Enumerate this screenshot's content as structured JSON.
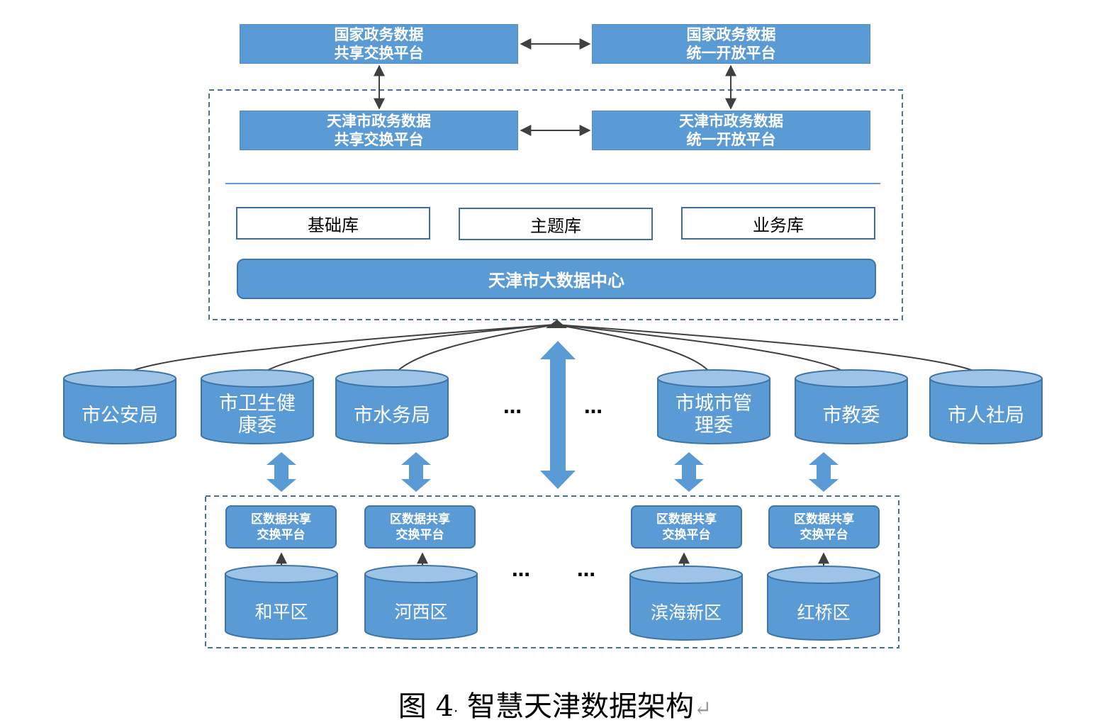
{
  "national": {
    "exchange": [
      "国家政务数据",
      "共享交换平台"
    ],
    "open": [
      "国家政务数据",
      "统一开放平台"
    ]
  },
  "tianjin": {
    "exchange": [
      "天津市政务数据",
      "共享交换平台"
    ],
    "open": [
      "天津市政务数据",
      "统一开放平台"
    ]
  },
  "libraries": [
    "基础库",
    "主题库",
    "业务库"
  ],
  "center": "天津市大数据中心",
  "departments": [
    [
      "市公安局"
    ],
    [
      "市卫生健",
      "康委"
    ],
    [
      "市水务局"
    ],
    [
      "市城市管",
      "理委"
    ],
    [
      "市教委"
    ],
    [
      "市人社局"
    ]
  ],
  "ellipsis": "…",
  "district_platform": [
    "区数据共享",
    "交换平台"
  ],
  "districts": [
    "和平区",
    "河西区",
    "滨海新区",
    "红桥区"
  ],
  "caption": {
    "prefix": "图 4",
    "title": "智慧天津数据架构",
    "return_mark": "↵"
  },
  "colors": {
    "box_fill": "#5b9bd5",
    "box_border": "#3e75a8",
    "cylinder_top": "#9dc3e6",
    "dash_border": "#4a6f99",
    "arrow": "#5b9bd5",
    "thin_arrow": "#404040"
  }
}
